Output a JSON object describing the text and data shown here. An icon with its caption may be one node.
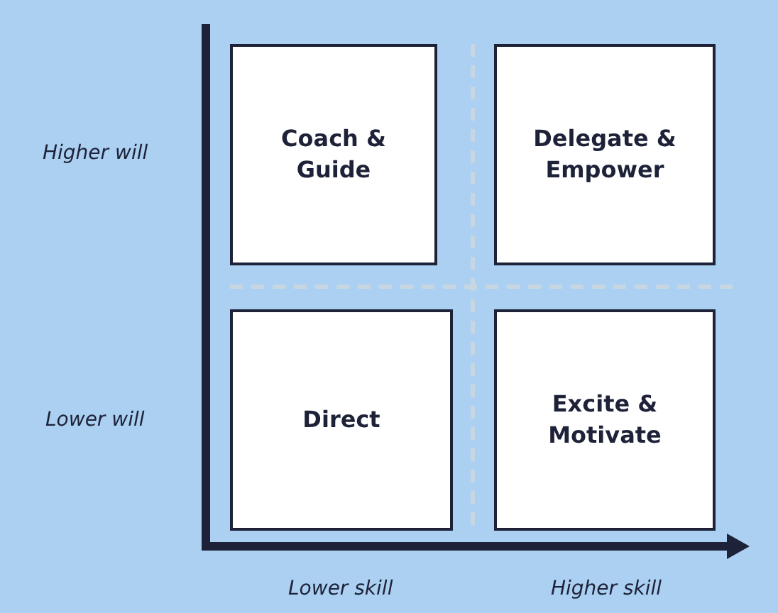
{
  "diagram": {
    "nodes": [
      {
        "text": [
          "Coach & Guide"
        ]
      },
      {
        "text": [
          "Delegate & Empower"
        ]
      },
      {
        "text": [
          "Direct"
        ]
      },
      {
        "text": [
          "Excite & Motivate"
        ]
      }
    ],
    "edges": [],
    "labels": [
      "Higher will",
      "Lower will",
      "Lower skill",
      "Higher skill"
    ]
  }
}
